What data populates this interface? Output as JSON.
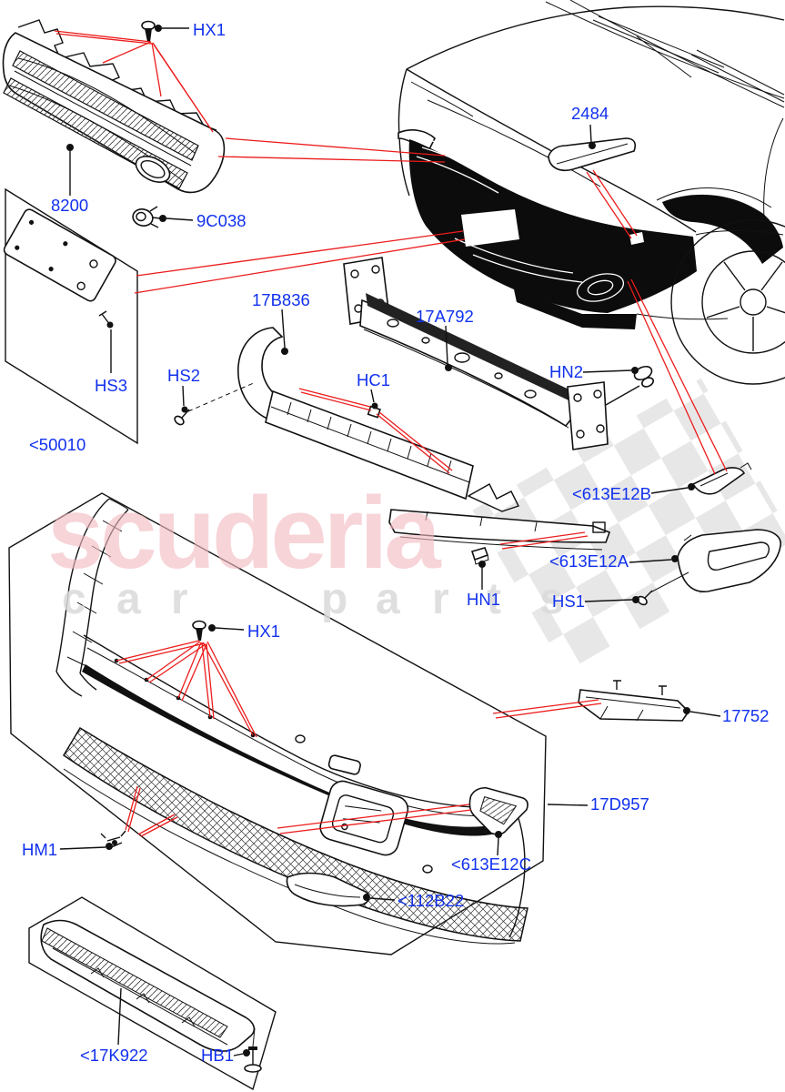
{
  "page": {
    "background": "#FFFFFF",
    "type": "exploded-parts-diagram",
    "subject": "front bumper and grille"
  },
  "watermark": {
    "brand": "scuderia",
    "sub_letters": [
      "c",
      "a",
      "r",
      "p",
      "a",
      "r",
      "t",
      "s"
    ]
  },
  "colors": {
    "label_blue": "#1131EE",
    "leader_red": "#EC1C1C",
    "watermark_pink": "#F2B9C0",
    "watermark_gray": "#D9D9D9",
    "checker_gray": "#E3E3E3",
    "line_black": "#111111"
  },
  "labels": {
    "hx1_top": "HX1",
    "p8200": "8200",
    "p9c038": "9C038",
    "p2484": "2484",
    "p17b836": "17B836",
    "p17a792": "17A792",
    "hs3": "HS3",
    "hs2": "HS2",
    "hc1": "HC1",
    "hn2": "HN2",
    "p50010": "<50010",
    "p613e12b": "<613E12B",
    "p613e12a": "<613E12A",
    "hn1": "HN1",
    "hs1": "HS1",
    "hx1_mid": "HX1",
    "p17752": "17752",
    "p17d957": "17D957",
    "hm1": "HM1",
    "p613e12c": "<613E12C",
    "p112b22": "<112B22",
    "p17k922": "<17K922",
    "hb1": "HB1"
  }
}
